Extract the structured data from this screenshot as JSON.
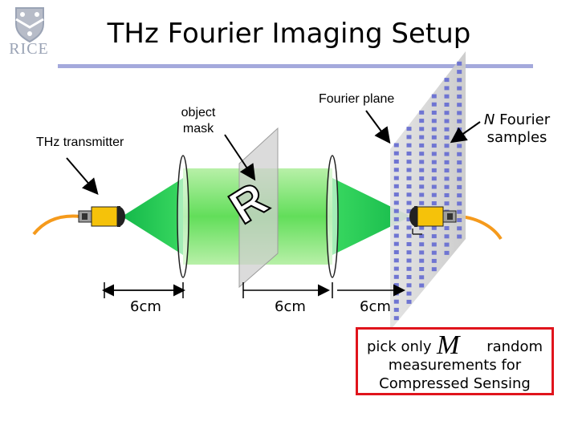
{
  "slide": {
    "title": "THz Fourier Imaging Setup",
    "logo": {
      "text": "RICE",
      "icon": "rice-shield-icon"
    }
  },
  "labels": {
    "transmitter": "THz transmitter",
    "object_mask_line1": "object",
    "object_mask_line2": "mask",
    "fourier_plane": "Fourier plane",
    "fourier_samples_n": "N",
    "fourier_samples_rest": " Fourier",
    "fourier_samples_line2": "samples",
    "mask_letter": "R"
  },
  "dimensions": [
    "6cm",
    "6cm",
    "6cm"
  ],
  "callout": {
    "line1_before": "pick only",
    "variable": "M",
    "line1_after": "random",
    "line2": "measurements for",
    "line3": "Compressed Sensing"
  },
  "colors": {
    "title_rule": "#a4a9dc",
    "beam": "#22c55e",
    "fourier_plane": "#d6d6d6",
    "sample_dot": "#6f75d2",
    "fiber": "#f59a1c",
    "device": "#f5c20a",
    "callout_border": "#e0141c"
  }
}
